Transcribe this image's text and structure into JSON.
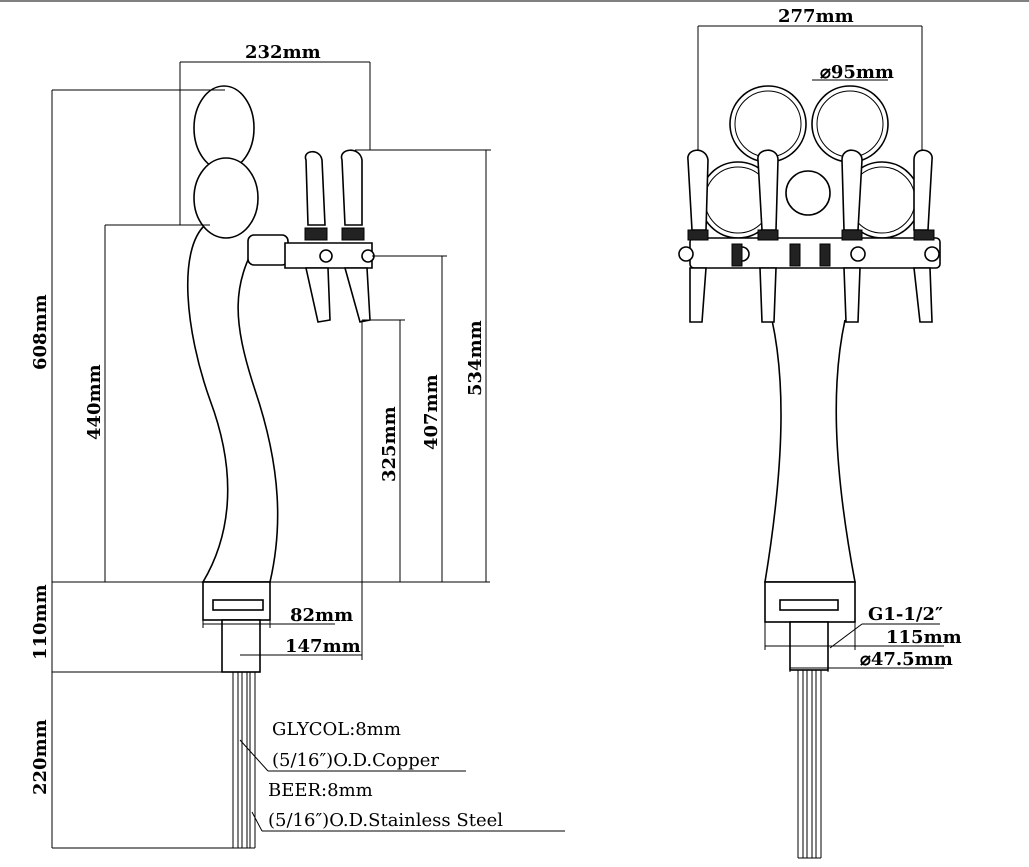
{
  "side_view": {
    "dims": {
      "width_top": "232mm",
      "total_height": "608mm",
      "tap_height": "440mm",
      "spout_height": "325mm",
      "tap_center_height": "407mm",
      "handle_top_height": "534mm",
      "base_height": "110mm",
      "flange_width": "82mm",
      "base_to_spout": "147mm",
      "tube_length": "220mm"
    },
    "notes": {
      "glycol_line1": "GLYCOL:8mm",
      "glycol_line2": "(5/16″)O.D.Copper",
      "beer_line1": "BEER:8mm",
      "beer_line2": "(5/16″)O.D.Stainless Steel"
    }
  },
  "front_view": {
    "dims": {
      "total_width": "277mm",
      "medallion_dia": "⌀95mm",
      "thread": "G1-1/2″",
      "flange_width": "115mm",
      "shank_dia": "⌀47.5mm"
    }
  }
}
